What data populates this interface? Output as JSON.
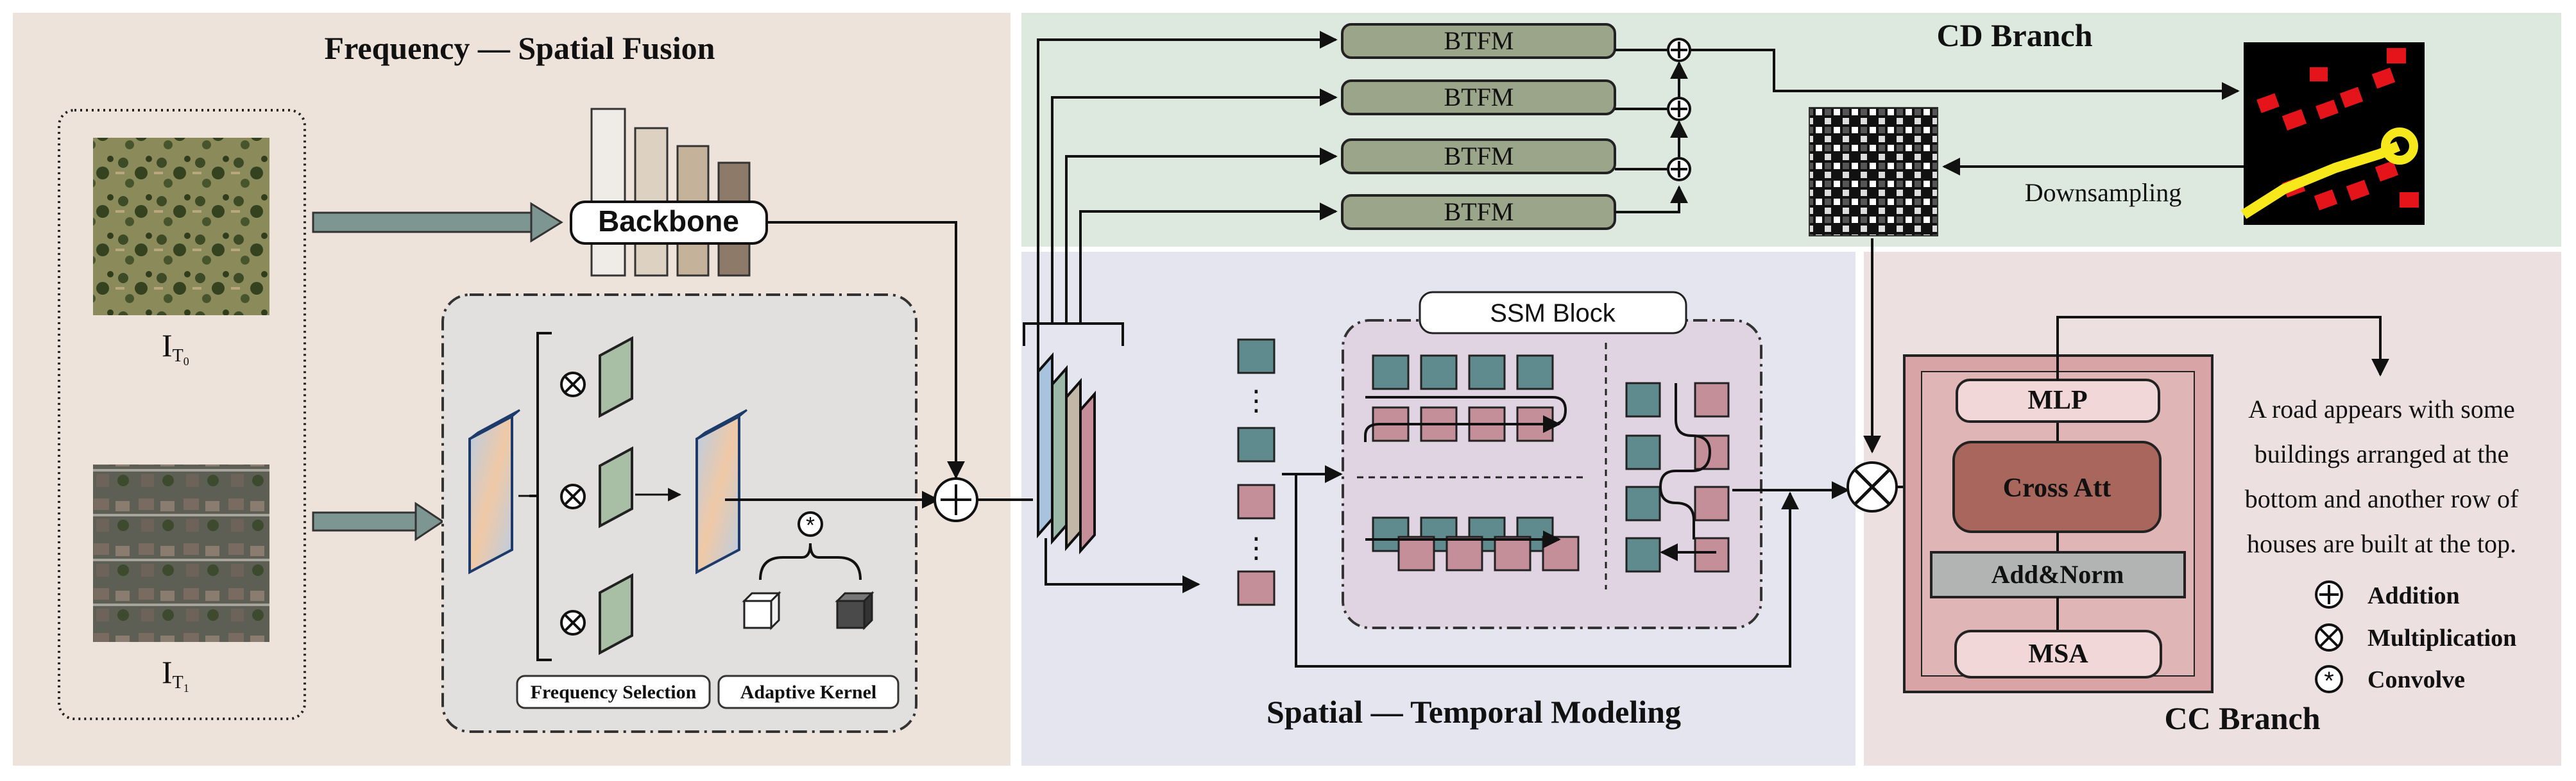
{
  "panels": {
    "fusion_title": "Frequency — Spatial Fusion",
    "cd_title": "CD Branch",
    "stm_title": "Spatial — Temporal Modeling",
    "cc_title": "CC Branch"
  },
  "inputs": {
    "t0_main": "I",
    "t0_sub": "T",
    "t0_idx": "0",
    "t1_main": "I",
    "t1_sub": "T",
    "t1_idx": "1"
  },
  "fusion": {
    "backbone": "Backbone",
    "freq_selection": "Frequency Selection",
    "adaptive_kernel": "Adaptive Kernel"
  },
  "cd": {
    "btfm": [
      "BTFM",
      "BTFM",
      "BTFM",
      "BTFM"
    ],
    "downsampling": "Downsampling"
  },
  "stm": {
    "ssm_block": "SSM Block"
  },
  "cc": {
    "mlp": "MLP",
    "cross_att": "Cross Att",
    "add_norm": "Add&Norm",
    "msa": "MSA",
    "caption": [
      "A road appears with some",
      "buildings arranged at the",
      "bottom and another row of",
      "houses are built at the top."
    ]
  },
  "legend": {
    "addition": "Addition",
    "multiplication": "Multiplication",
    "convolve": "Convolve"
  },
  "colors": {
    "fusion_bg": "#ede3da",
    "cd_bg": "#dde8de",
    "stm_bg": "#e4e5ee",
    "cc_bg": "#ece0e1",
    "btfm_fill": "#9aa58a",
    "teal_block": "#5f8a8e",
    "pink_block": "#c48f98",
    "cross_att": "#a8665c",
    "arrow_gray": "#7e9691"
  }
}
